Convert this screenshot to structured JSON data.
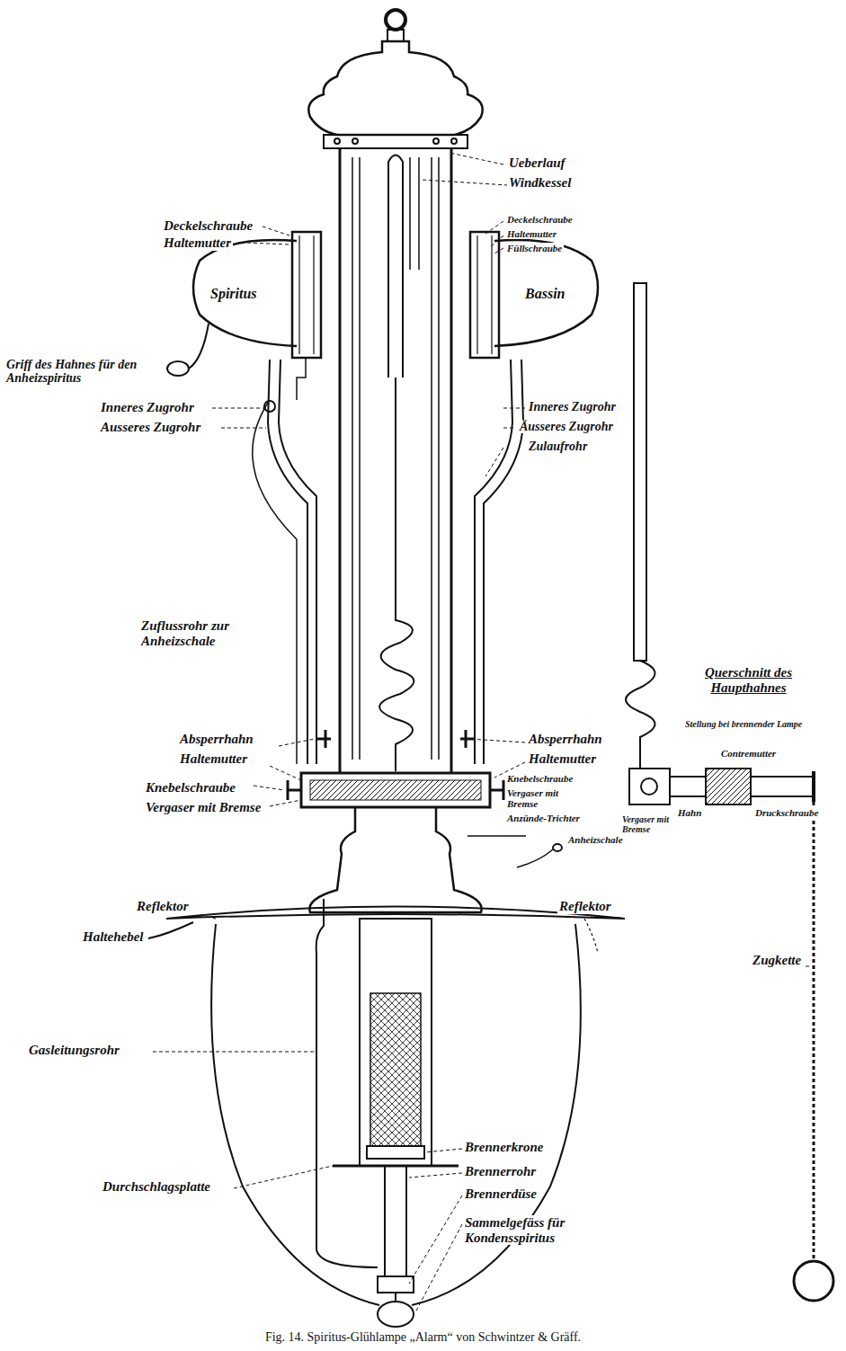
{
  "diagram": {
    "caption": "Fig. 14. Spiritus-Glühlampe „Alarm“ von Schwintzer & Gräff.",
    "labels": [
      "Deckelschraube",
      "Haltemutter",
      "Spiritus",
      "Griff des Hahnes für den Anheizspiritus",
      "Inneres Zugrohr",
      "Ausseres Zugrohr",
      "Zuflussrohr zur Anheizschale",
      "Absperrhahn",
      "Haltemutter",
      "Knebelschraube",
      "Vergaser mit Bremse",
      "Reflektor",
      "Haltehebel",
      "Gasleitungsrohr",
      "Durchschlagsplatte",
      "Ueberlauf",
      "Windkessel",
      "Deckelschraube",
      "Haltemutter",
      "Füllschraube",
      "Bassin",
      "Inneres Zugrohr",
      "Äusseres Zugrohr",
      "Zulaufrohr",
      "Absperrhahn",
      "Haltemutter",
      "Knebelschraube",
      "Vergaser mit Bremse",
      "Anzünde-Trichter",
      "Anheizschale",
      "Reflektor",
      "Brennerkrone",
      "Brennerrohr",
      "Brennerdüse",
      "Sammelgefäss für Kondensspiritus",
      "Querschnitt des Haupthahnes",
      "Stellung bei brennender Lampe",
      "Contremutter",
      "Druckschraube",
      "Vergaser mit Bremse",
      "Hahn",
      "Zugkette"
    ]
  }
}
